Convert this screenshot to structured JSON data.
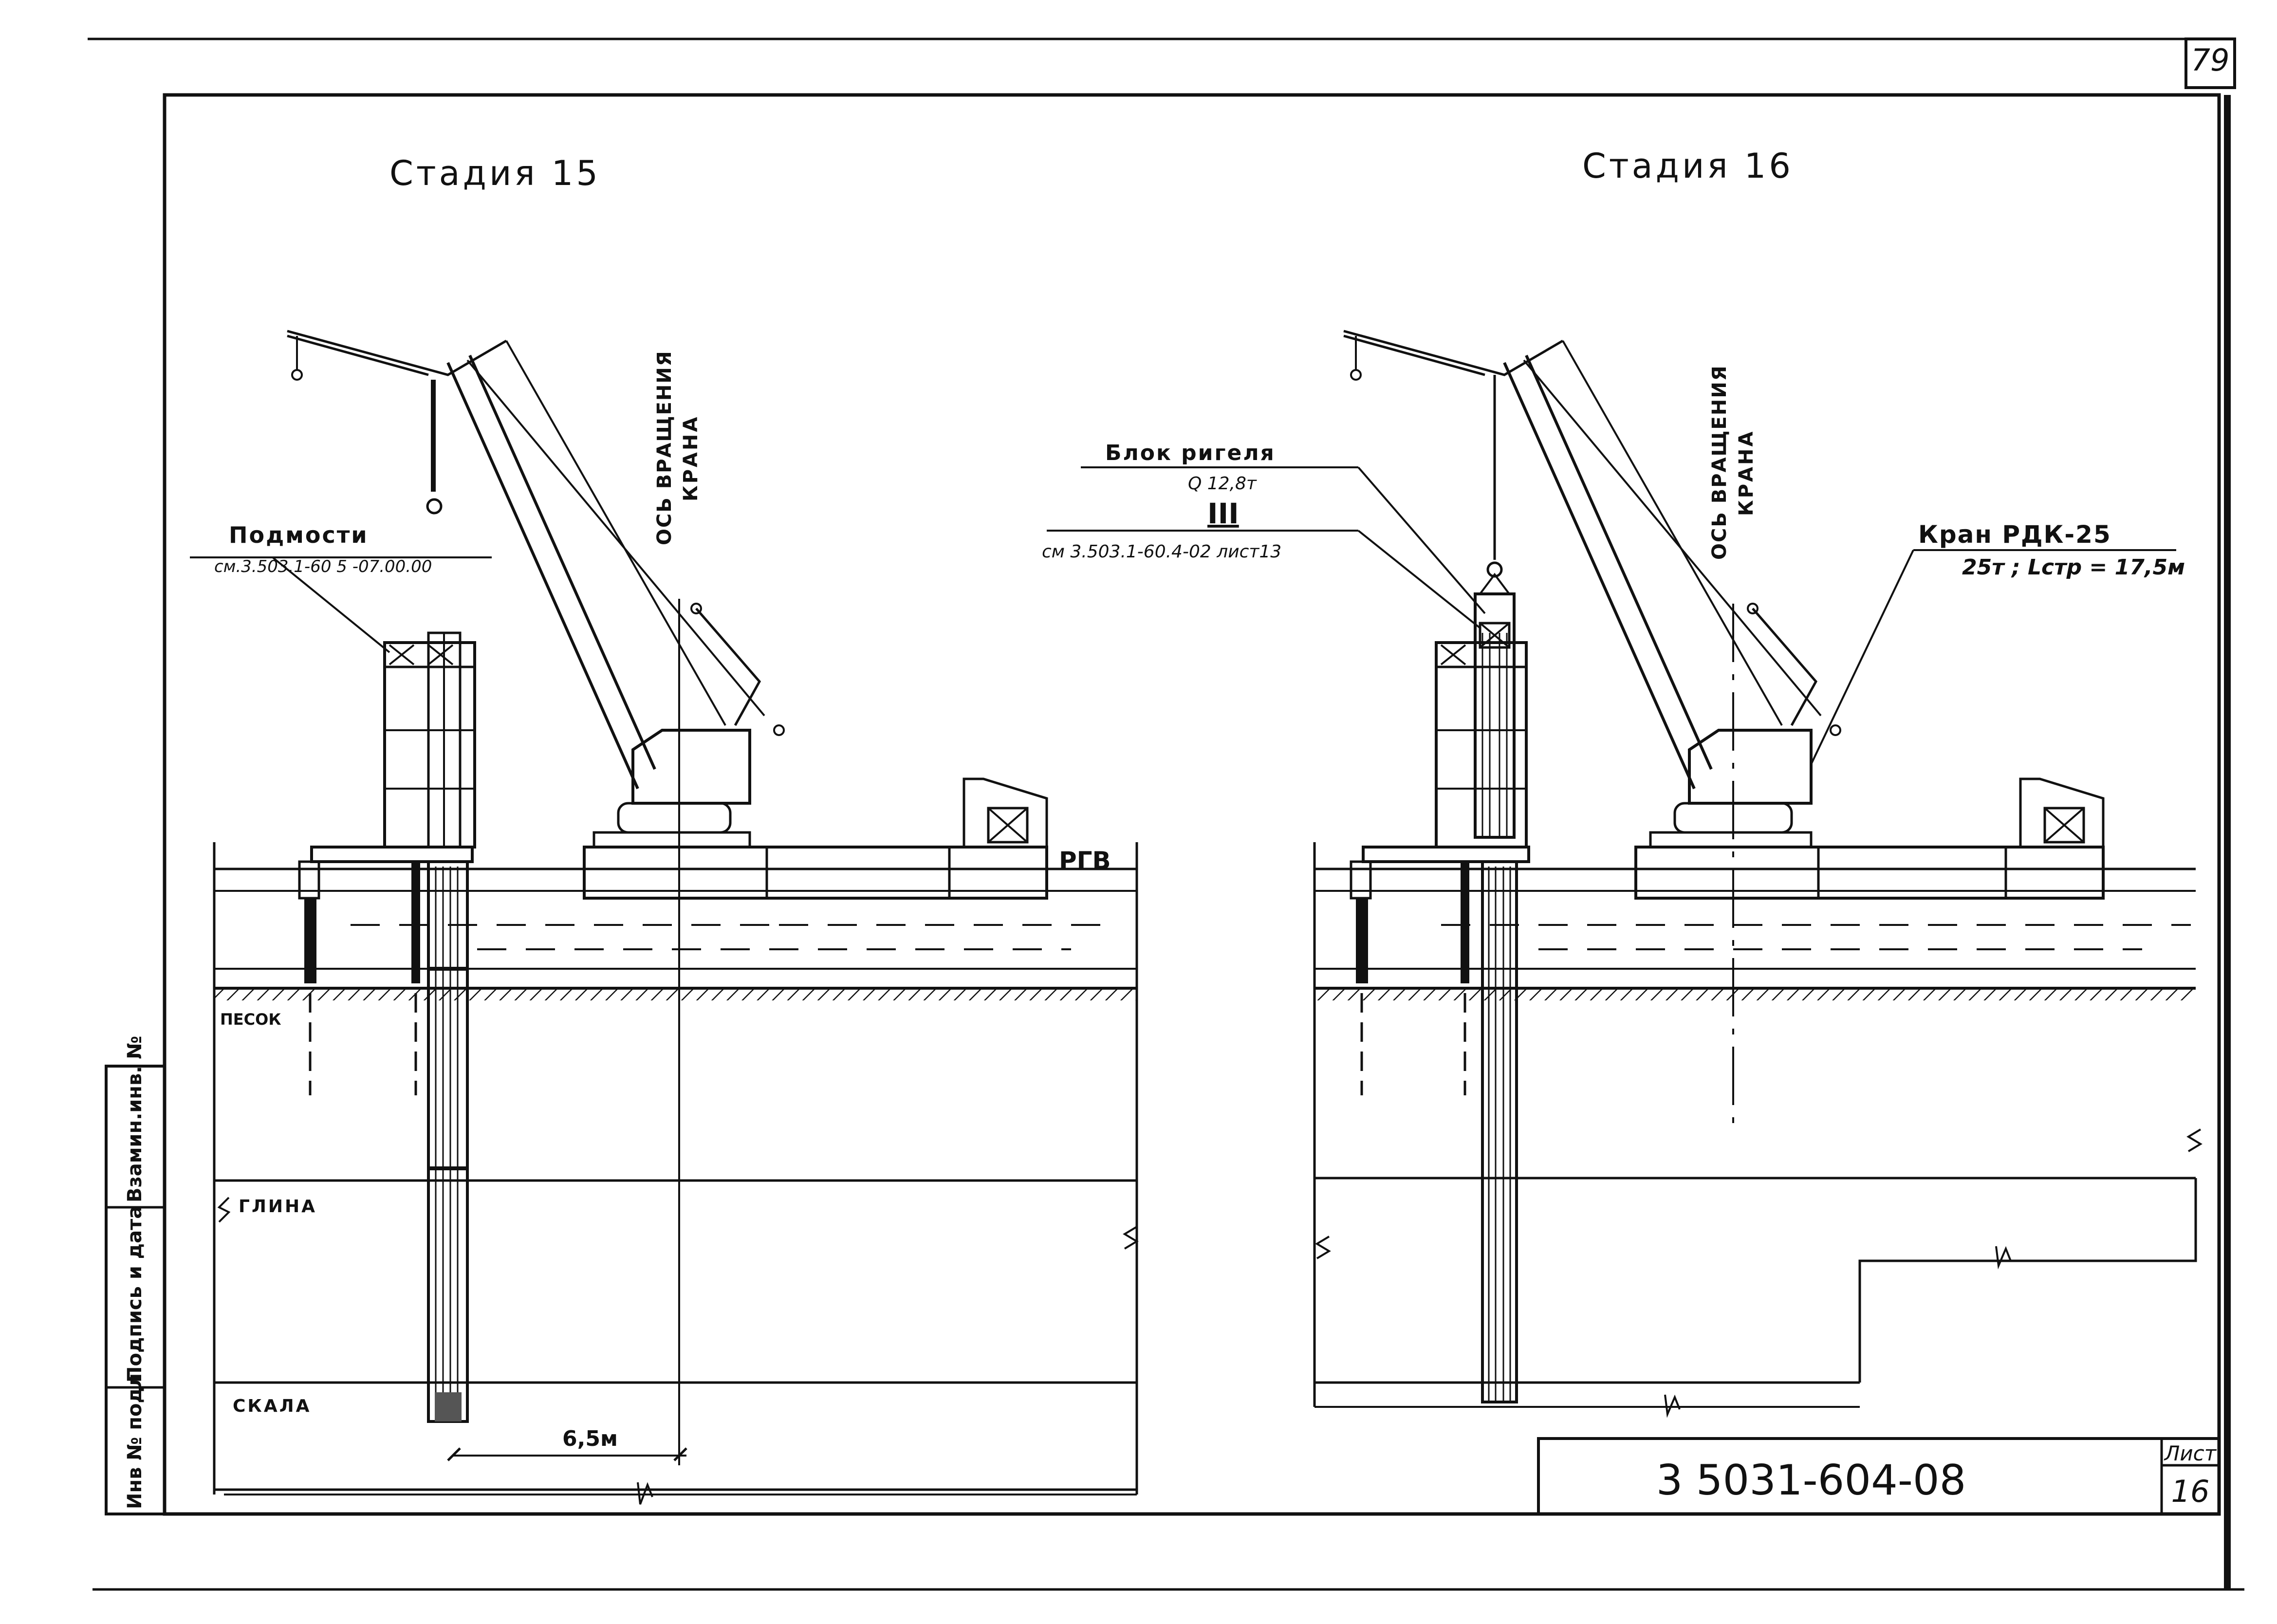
{
  "sheet": {
    "page_number": "79",
    "drawing_code": "3 5031-604-08",
    "sheet_label": "Лист",
    "sheet_number": "16",
    "side_stamp": [
      "Инв № подл",
      "Подпись и дата",
      "Взамин.инв. №"
    ]
  },
  "stage15": {
    "title": "Стадия 15",
    "scaffold_label": "Подмости",
    "scaffold_ref": "см.3.503.1-60 5 -07.00.00",
    "axis_label_1": "ОСЬ ВРАЩЕНИЯ",
    "axis_label_2": "КРАНА",
    "water_level": "РГВ",
    "soil_sand": "ПЕСОК",
    "soil_clay": "ГЛИНА",
    "soil_rock": "СКАЛА",
    "dimension": "6,5м"
  },
  "stage16": {
    "title": "Стадия 16",
    "block_label": "Блок ригеля",
    "block_weight": "Q 12,8т",
    "block_mark": "III",
    "block_ref": "см 3.503.1-60.4-02 лист13",
    "axis_label_1": "ОСЬ ВРАЩЕНИЯ",
    "axis_label_2": "КРАНА",
    "crane_label": "Кран РДК-25",
    "crane_spec": "25т ; Lстр = 17,5м"
  },
  "colors": {
    "ink": "#111111",
    "paper": "#ffffff"
  }
}
